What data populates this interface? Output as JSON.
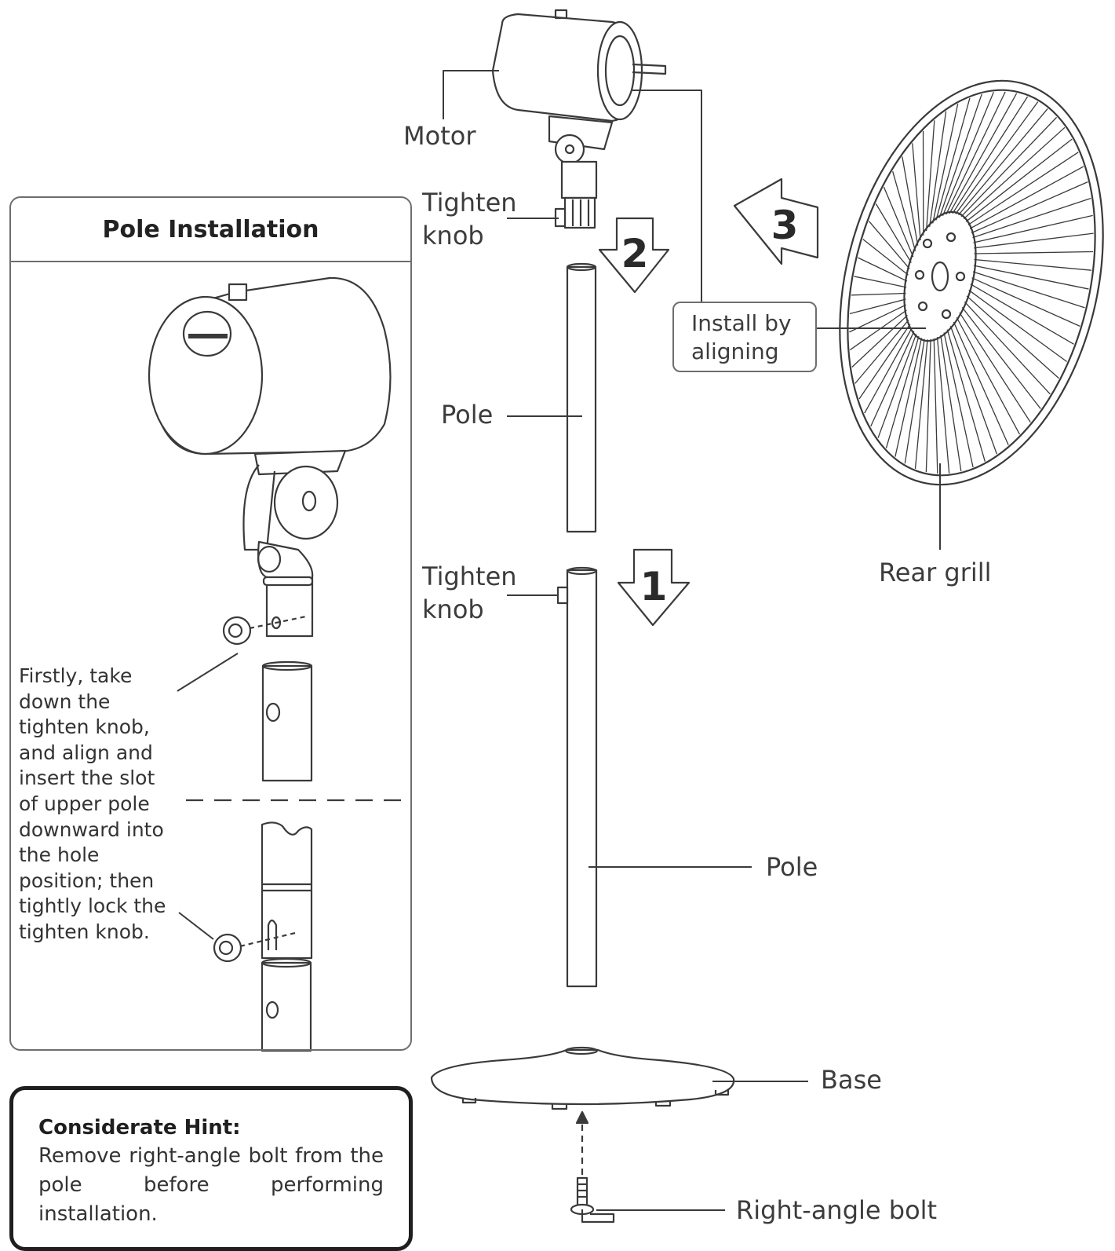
{
  "panel": {
    "title": "Pole Installation",
    "instructions": "Firstly, take\ndown the\ntighten knob,\nand align and\ninsert the slot\nof upper pole\ndownward into\nthe hole\nposition; then\ntightly lock the\ntighten knob."
  },
  "hint": {
    "title": "Considerate Hint:",
    "body": "Remove right-angle bolt from the pole before performing installation."
  },
  "labels": {
    "motor": "Motor",
    "tighten_knob_upper": "Tighten\nknob",
    "tighten_knob_lower": "Tighten\nknob",
    "pole_upper": "Pole",
    "pole_lower": "Pole",
    "install_by_aligning": "Install by\naligning",
    "rear_grill": "Rear grill",
    "base": "Base",
    "right_angle_bolt": "Right-angle bolt"
  },
  "steps": {
    "one": "1",
    "two": "2",
    "three": "3"
  },
  "colors": {
    "line": "#3a3a3a",
    "frame": "#6e6e6e",
    "hint_border": "#1f1f1f"
  }
}
